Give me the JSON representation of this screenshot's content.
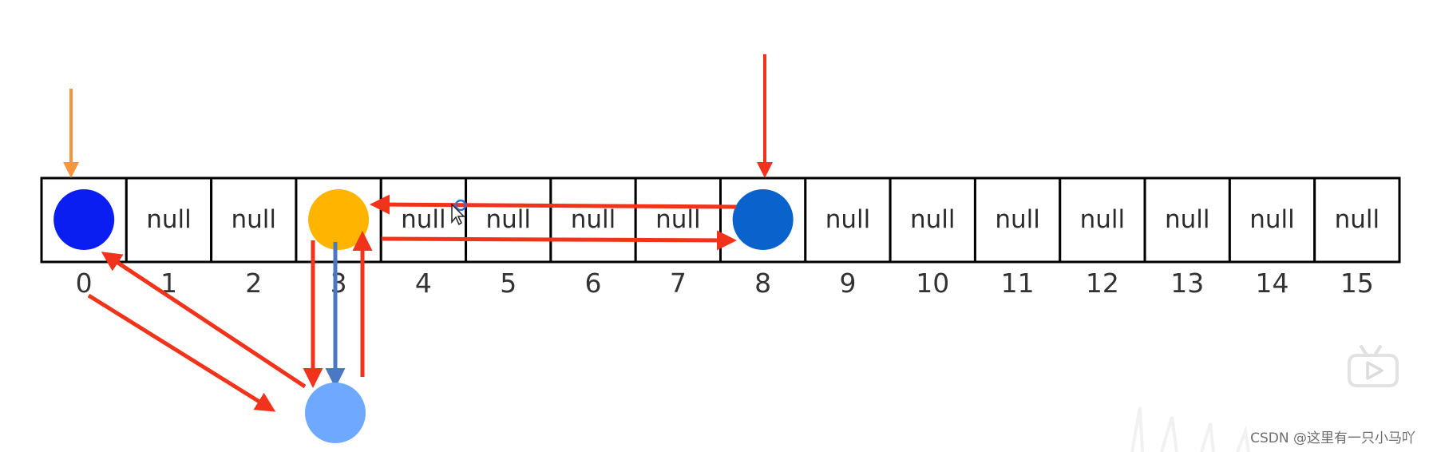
{
  "array": {
    "cells": [
      {
        "index": "0",
        "value": "",
        "node_color": "#0b1ef2"
      },
      {
        "index": "1",
        "value": "null"
      },
      {
        "index": "2",
        "value": "null"
      },
      {
        "index": "3",
        "value": "",
        "node_color": "#ffb400"
      },
      {
        "index": "4",
        "value": "null"
      },
      {
        "index": "5",
        "value": "null"
      },
      {
        "index": "6",
        "value": "null"
      },
      {
        "index": "7",
        "value": "null"
      },
      {
        "index": "8",
        "value": "",
        "node_color": "#0a62cc"
      },
      {
        "index": "9",
        "value": "null"
      },
      {
        "index": "10",
        "value": "null"
      },
      {
        "index": "11",
        "value": "null"
      },
      {
        "index": "12",
        "value": "null"
      },
      {
        "index": "13",
        "value": "null"
      },
      {
        "index": "14",
        "value": "null"
      },
      {
        "index": "15",
        "value": "null"
      }
    ]
  },
  "linked_node": {
    "color": "#6fa8ff"
  },
  "colors": {
    "border": "#000000",
    "arrow_red": "#f0331a",
    "arrow_orange": "#f7963c",
    "arrow_blue": "#4a78c4"
  },
  "player": {
    "icon": "play-icon"
  },
  "watermark": "CSDN @这里有一只小马吖"
}
